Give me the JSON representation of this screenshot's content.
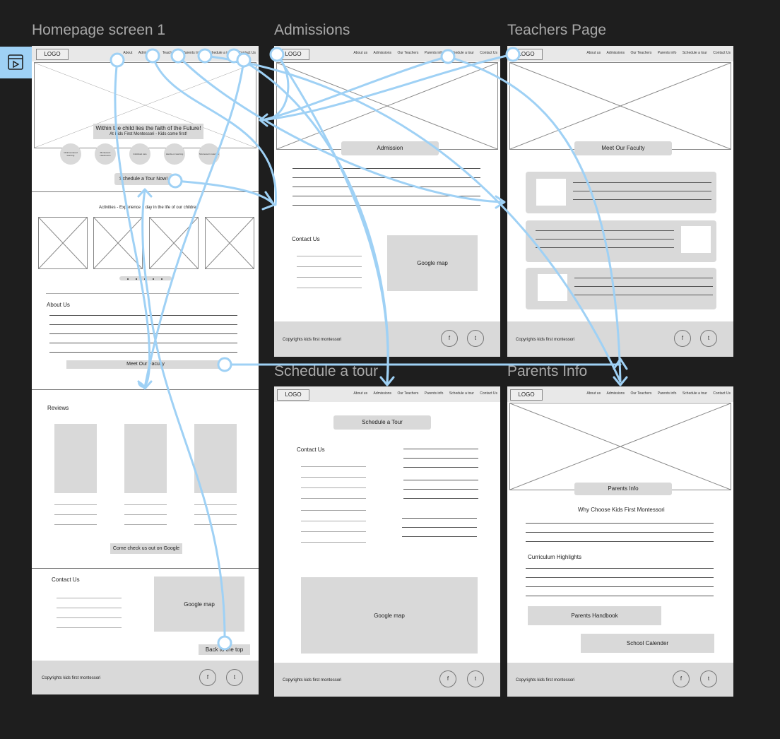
{
  "frames": {
    "home": "Homepage screen 1",
    "admissions": "Admissions",
    "teachers": "Teachers Page",
    "schedule": "Schedule a tour",
    "parents": "Parents Info"
  },
  "logo": "LOGO",
  "nav": {
    "home": [
      "About",
      "Admissions",
      "Teachers",
      "Parents Info",
      "Schedule a tour",
      "Contact Us"
    ],
    "full": [
      "About us",
      "Admissions",
      "Our Teachers",
      "Parents info",
      "Schedule a tour",
      "Contact Us"
    ]
  },
  "home": {
    "hero_line1": "Within the child lies the faith of the Future!",
    "hero_line2": "At Kids First Montessori - Kids come first!",
    "features": [
      "Child centered learning",
      "Montessori classrooms",
      "Individual care",
      "Hands-on learning",
      "Montessori materials"
    ],
    "schedule_btn": "Schedule a Tour Now!",
    "activities": "Activities -  Experience a day in the life of our children",
    "about": "About Us",
    "faculty_btn": "Meet Our Faculty",
    "reviews": "Reviews",
    "google_btn": "Come check us out on Google",
    "contact": "Contact Us",
    "map": "Google map",
    "back_top": "Back to the top",
    "copyright": "Copyrights kids first montessori"
  },
  "admissions": {
    "title": "Admission",
    "contact": "Contact Us",
    "map": "Google map",
    "copyright": "Copyrights kids first montessori"
  },
  "teachers": {
    "title": "Meet Our Faculty",
    "copyright": "Copyrights kids first montessori"
  },
  "schedule": {
    "title": "Schedule a Tour",
    "contact": "Contact Us",
    "map": "Google map",
    "copyright": "Copyrights kids first montessori"
  },
  "parents": {
    "title": "Parents Info",
    "why": "Why Choose Kids First Montessori",
    "curriculum": "Curriculum Highlights",
    "handbook": "Parents Handbook",
    "calendar": "School Calender",
    "copyright": "Copyrights kids first montessori"
  },
  "social": [
    "f",
    "t"
  ],
  "colors": {
    "canvas": "#1e1e1e",
    "flow": "#9fd1f5",
    "placeholder": "#d9d9d9"
  }
}
